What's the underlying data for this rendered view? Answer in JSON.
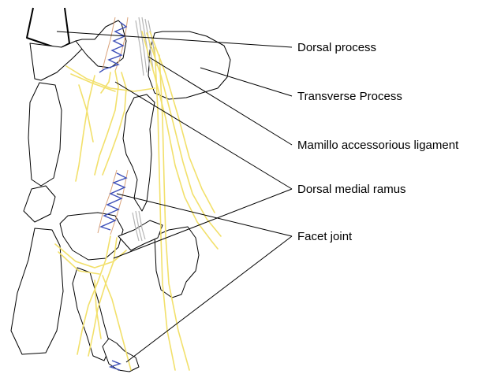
{
  "labels": {
    "dorsal_process": "Dorsal process",
    "transverse_process": "Transverse Process",
    "mamillo_ligament": "Mamillo accessorious ligament",
    "dorsal_medial_ramus": "Dorsal medial ramus",
    "facet_joint": "Facet joint"
  },
  "colors": {
    "outline": "#000000",
    "nerve": "#f2e06b",
    "nerve_outline": "#d9c24a",
    "vessel": "#3d4fb8",
    "capsule": "#d9a27a",
    "ligament": "#b5b5b5",
    "background": "#ffffff"
  }
}
